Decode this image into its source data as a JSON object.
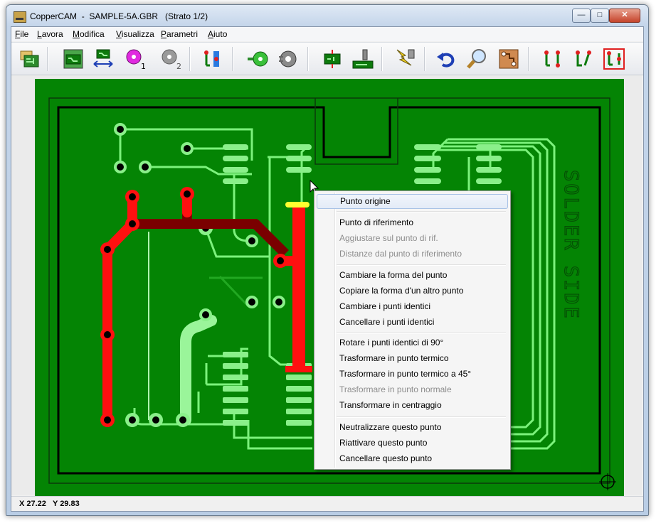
{
  "window": {
    "title": "CopperCAM  -  SAMPLE-5A.GBR   (Strato 1/2)"
  },
  "menubar": {
    "items": [
      "File",
      "Lavora",
      "Modifica",
      "Visualizza",
      "Parametri",
      "Aiuto"
    ]
  },
  "toolbar": {
    "buttons": [
      "open-file-icon",
      "pcb-view-icon",
      "pcb-mirror-icon",
      "drill-1-icon",
      "drill-2-icon",
      "track-select-icon",
      "pad-icon",
      "pad-grey-icon",
      "contour-icon",
      "mill-icon",
      "electric-icon",
      "undo-icon",
      "zoom-icon",
      "board-icon",
      "route-1-icon",
      "route-2-icon",
      "route-3-icon"
    ],
    "drill_1_label": "1",
    "drill_2_label": "2"
  },
  "pcb": {
    "layer_text": "SOLDER SIDE",
    "colors": {
      "board": "#048404",
      "track": "#80ff80",
      "selected": "#ff0000",
      "dark": "#7a0000",
      "highlight": "#ffff30"
    }
  },
  "context_menu": {
    "items": [
      {
        "label": "Punto origine",
        "enabled": true,
        "highlighted": true
      },
      {
        "label": "Punto di riferimento",
        "enabled": true
      },
      {
        "label": "Aggiustare sul punto di rif.",
        "enabled": false
      },
      {
        "label": "Distanze dal punto di riferimento",
        "enabled": false
      },
      {
        "label": "Cambiare la forma del punto",
        "enabled": true
      },
      {
        "label": "Copiare la forma d'un altro punto",
        "enabled": true
      },
      {
        "label": "Cambiare i punti identici",
        "enabled": true
      },
      {
        "label": "Cancellare i punti identici",
        "enabled": true
      },
      {
        "label": "Rotare i punti identici di 90°",
        "enabled": true
      },
      {
        "label": "Trasformare in punto termico",
        "enabled": true
      },
      {
        "label": "Trasformare in punto termico a 45°",
        "enabled": true
      },
      {
        "label": "Trasformare in punto normale",
        "enabled": false
      },
      {
        "label": "Transformare in centraggio",
        "enabled": true
      },
      {
        "label": "Neutralizzare questo punto",
        "enabled": true
      },
      {
        "label": "Riattivare questo punto",
        "enabled": true
      },
      {
        "label": "Cancellare questo punto",
        "enabled": true
      }
    ]
  },
  "status": {
    "x": "X 27.22",
    "y": "Y 29.83"
  }
}
